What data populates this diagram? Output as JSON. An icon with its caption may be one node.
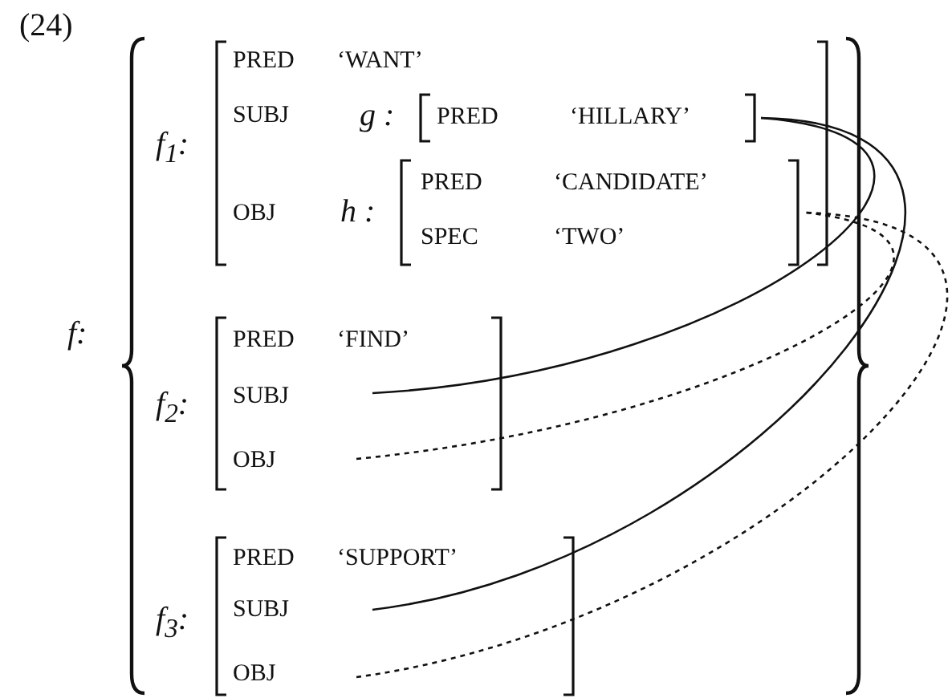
{
  "diagram": {
    "nodes": [
      {
        "text": [
          "f:"
        ]
      },
      {
        "text": [
          "f$_{1}$:",
          "PRED",
          "‘WANT’",
          "SUBJ",
          "OBJ"
        ],
        "in": 0
      },
      {
        "text": [
          "g :",
          "PRED",
          "‘HILLARY’"
        ],
        "in": 1
      },
      {
        "text": [
          "h :",
          "PRED",
          "‘CANDIDATE’",
          "SPEC",
          "‘TWO’"
        ],
        "in": 1
      },
      {
        "text": [
          "f$_{2}$:",
          "PRED",
          "‘FIND’",
          "SUBJ",
          "OBJ"
        ],
        "in": 0
      },
      {
        "text": [
          "f$_{3}$:",
          "PRED",
          "‘SUPPORT’",
          "SUBJ",
          "OBJ"
        ],
        "in": 0
      }
    ],
    "edges": [
      {
        "from": 4,
        "to": 2,
        "arrow": "none"
      },
      {
        "from": 5,
        "to": 2,
        "arrow": "none"
      },
      {
        "from": 4,
        "to": 3,
        "arrow": "none",
        "style": "dashed"
      },
      {
        "from": 5,
        "to": 3,
        "arrow": "none",
        "style": "dashed"
      }
    ],
    "labels": [
      "(24)"
    ]
  }
}
